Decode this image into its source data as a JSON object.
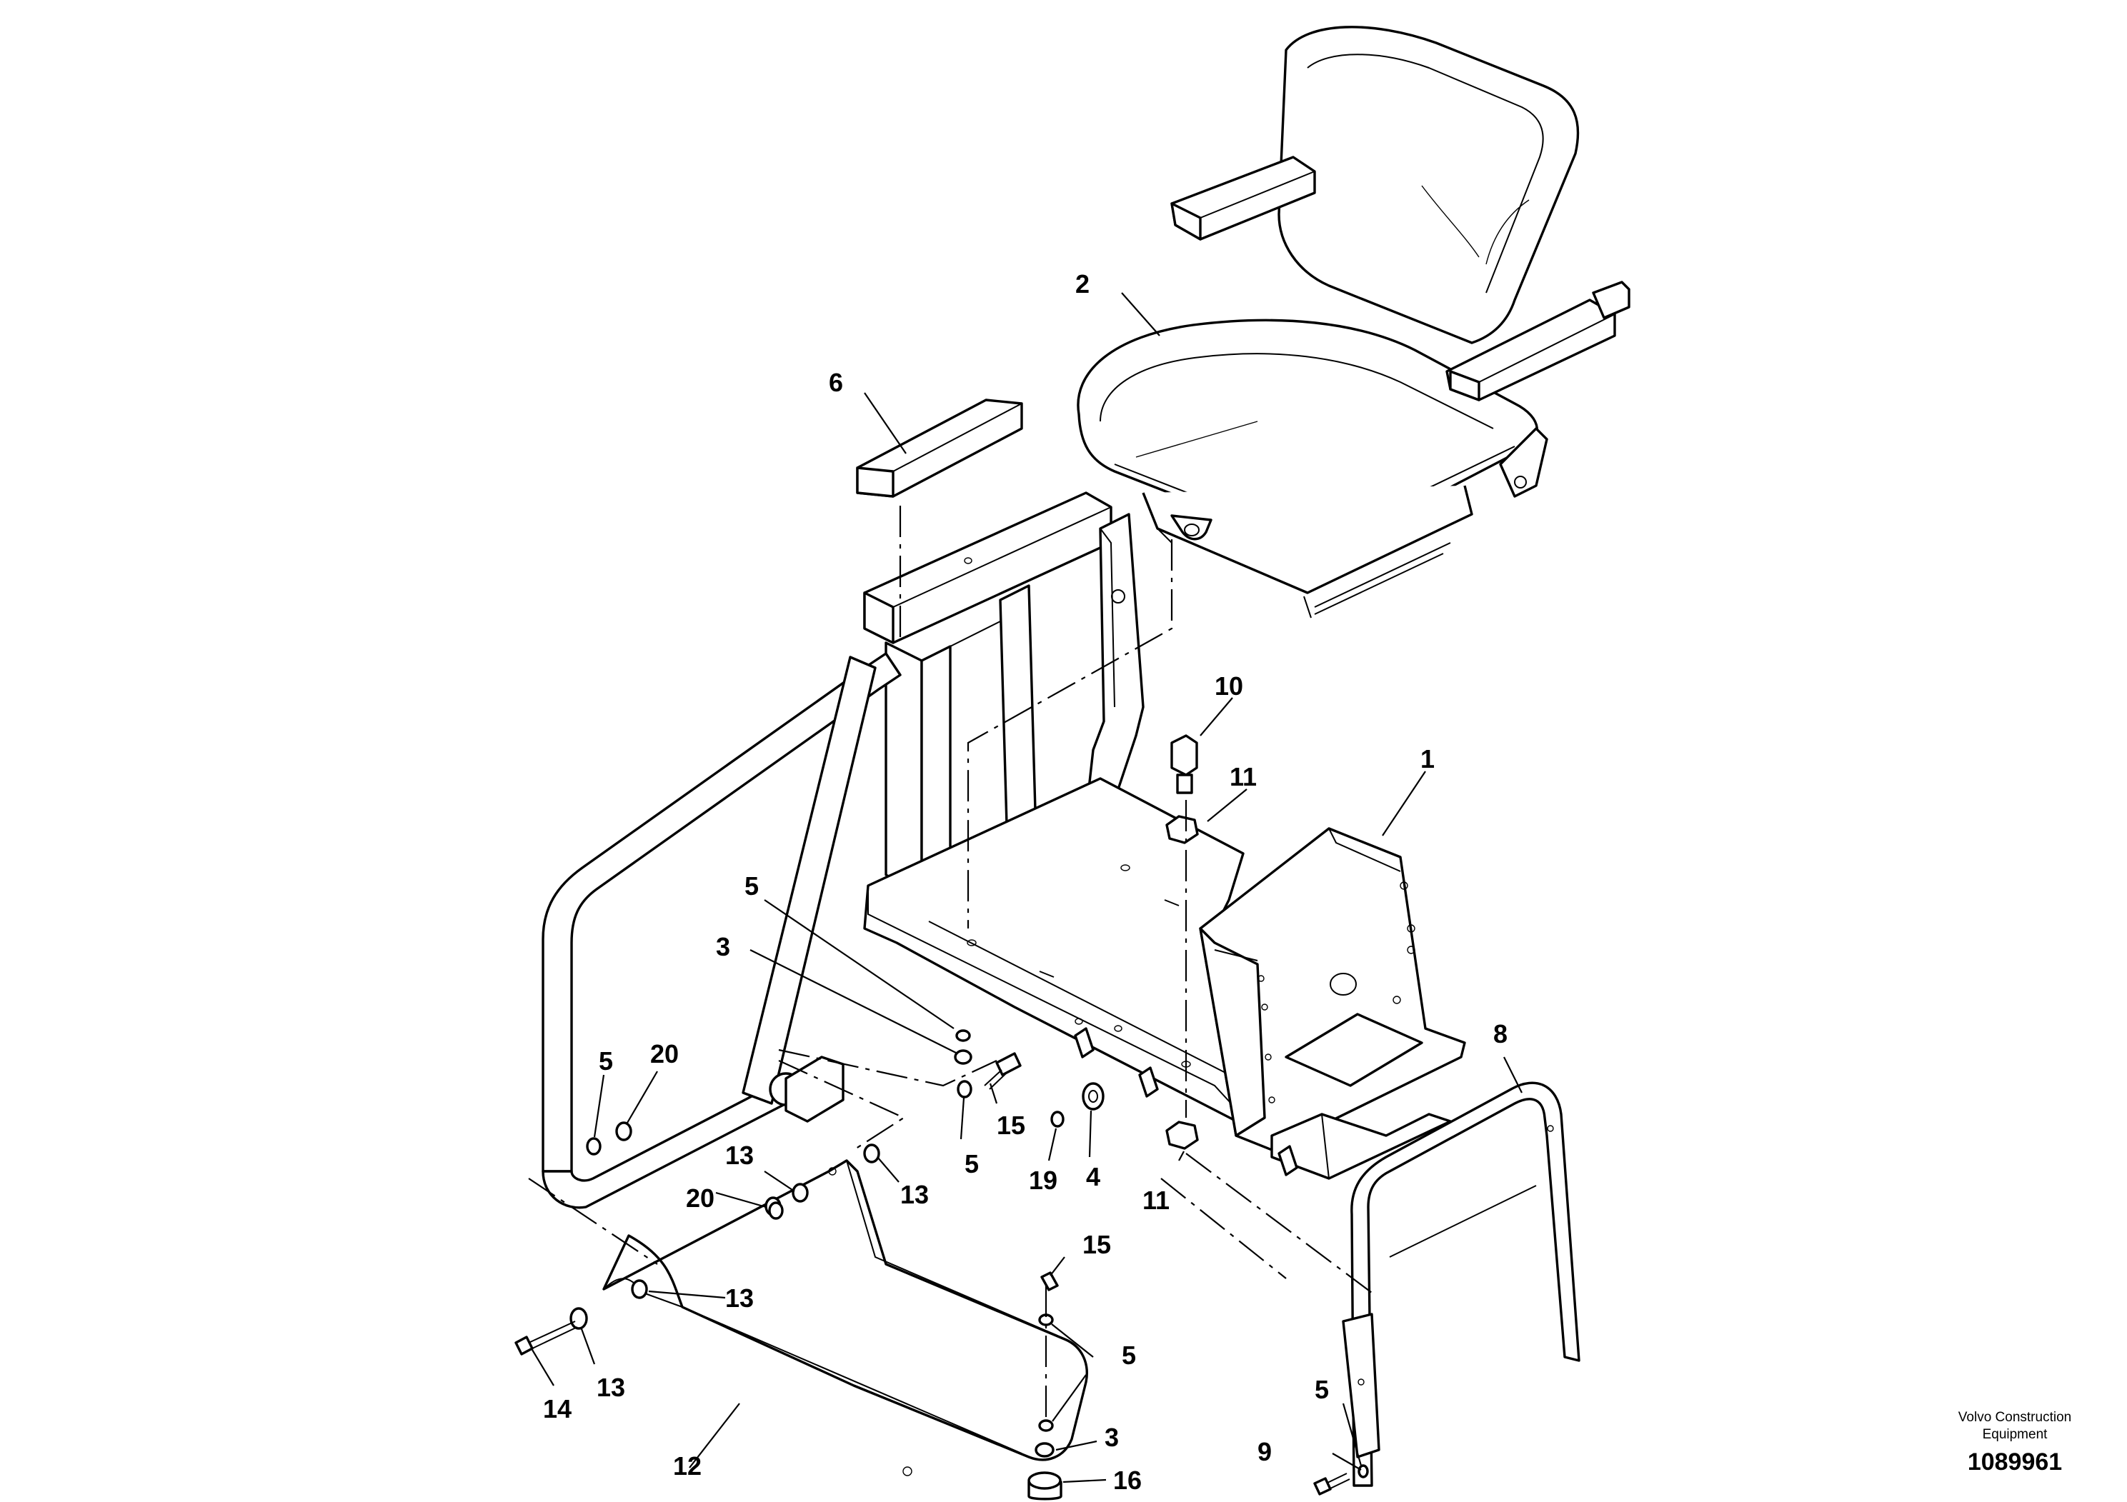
{
  "callouts": {
    "c1": "1",
    "c2": "2",
    "c3a": "3",
    "c3b": "3",
    "c4": "4",
    "c5a": "5",
    "c5b": "5",
    "c5c": "5",
    "c5d": "5",
    "c5e": "5",
    "c6": "6",
    "c8": "8",
    "c9": "9",
    "c10": "10",
    "c11a": "11",
    "c11b": "11",
    "c12": "12",
    "c13a": "13",
    "c13b": "13",
    "c13c": "13",
    "c13d": "13",
    "c14": "14",
    "c15a": "15",
    "c15b": "15",
    "c16": "16",
    "c19": "19",
    "c20a": "20",
    "c20b": "20"
  },
  "footer": {
    "brand_line1": "Volvo Construction",
    "brand_line2": "Equipment",
    "document_number": "1089961"
  }
}
